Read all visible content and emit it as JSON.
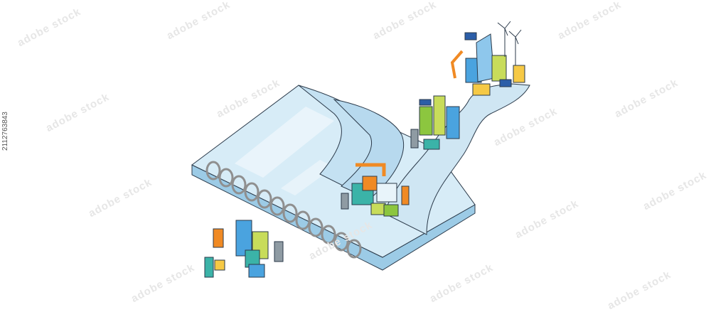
{
  "image": {
    "stock_id": "2112763843",
    "watermark_text": "adobe stock",
    "colors": {
      "notebook_top": "#cfe6f3",
      "notebook_side": "#9ccbe6",
      "notebook_edge": "#7fb6d8",
      "outline": "#2b3a4a",
      "blue": "#4aa3df",
      "green": "#8cc63f",
      "lime": "#c8dc5a",
      "orange": "#f08a24",
      "yellow": "#f6c945",
      "teal": "#3bb3a8",
      "grey": "#8f9ba3"
    },
    "icons": [
      "spiral-binding",
      "robot-arm",
      "wind-turbine",
      "solar-panel",
      "microchip",
      "worker-figure",
      "city-tower"
    ]
  }
}
